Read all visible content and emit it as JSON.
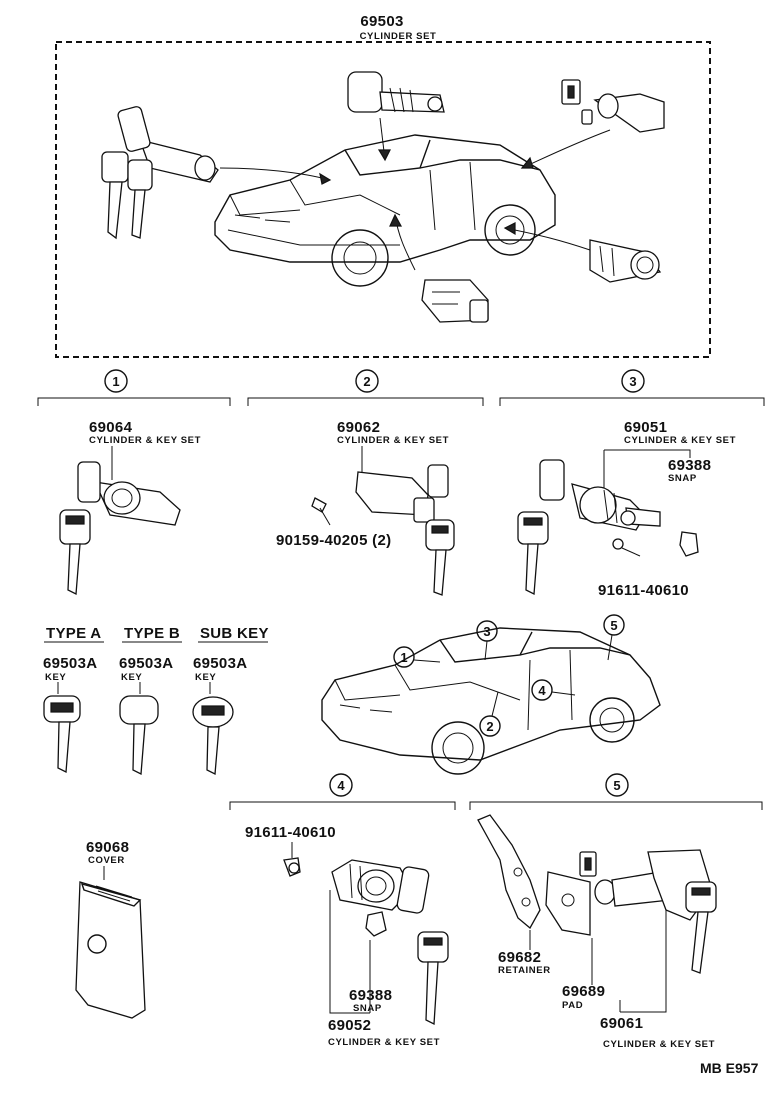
{
  "top": {
    "part_no": "69503",
    "desc": "CYLINDER SET"
  },
  "sections": [
    {
      "marker": "1",
      "part_no": "69064",
      "desc": "CYLINDER & KEY SET"
    },
    {
      "marker": "2",
      "part_no": "69062",
      "desc": "CYLINDER & KEY SET",
      "screw": "90159-40205 (2)"
    },
    {
      "marker": "3",
      "part_no": "69051",
      "desc": "CYLINDER & KEY SET",
      "snap_no": "69388",
      "snap_desc": "SNAP",
      "screw": "91611-40610"
    }
  ],
  "keys": [
    {
      "type": "TYPE A",
      "part_no": "69503A",
      "desc": "KEY"
    },
    {
      "type": "TYPE B",
      "part_no": "69503A",
      "desc": "KEY"
    },
    {
      "type": "SUB KEY",
      "part_no": "69503A",
      "desc": "KEY"
    }
  ],
  "cover": {
    "part_no": "69068",
    "desc": "COVER"
  },
  "car_markers": [
    "1",
    "2",
    "3",
    "4",
    "5"
  ],
  "section4": {
    "marker": "4",
    "screw": "91611-40610",
    "snap_no": "69388",
    "snap_desc": "SNAP",
    "part_no": "69052",
    "desc": "CYLINDER & KEY SET"
  },
  "section5": {
    "marker": "5",
    "retainer_no": "69682",
    "retainer_desc": "RETAINER",
    "pad_no": "69689",
    "pad_desc": "PAD",
    "part_no": "69061",
    "desc": "CYLINDER & KEY SET"
  },
  "footer": {
    "code": "MB E957"
  }
}
